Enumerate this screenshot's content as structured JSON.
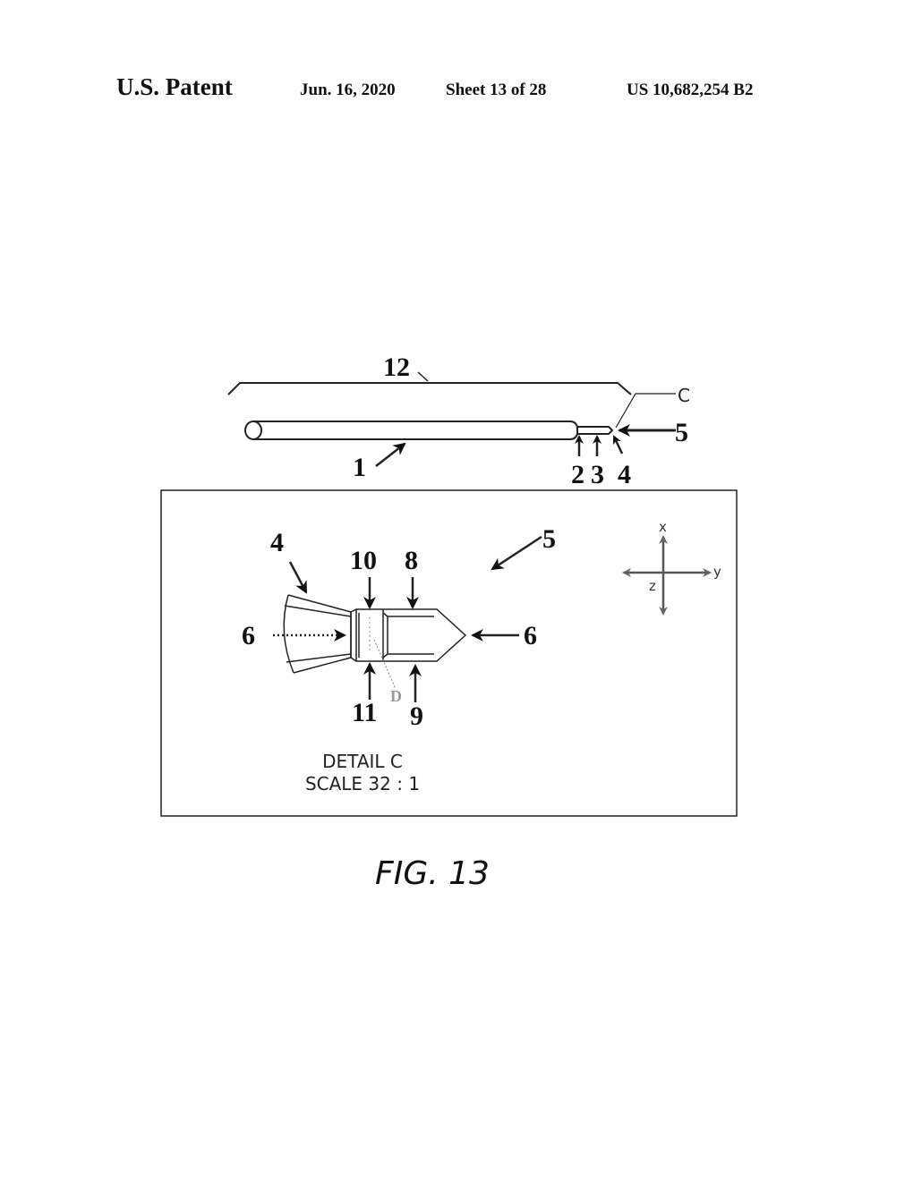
{
  "header": {
    "title": "U.S. Patent",
    "date": "Jun. 16, 2020",
    "sheet": "Sheet 13 of 28",
    "patent_number": "US 10,682,254 B2"
  },
  "figure": {
    "overview_labels": {
      "l12": "12",
      "lC": "C",
      "l5": "5",
      "l1": "1",
      "l2": "2",
      "l3": "3",
      "l4": "4"
    },
    "detail_labels": {
      "l4": "4",
      "l10": "10",
      "l8": "8",
      "l5": "5",
      "l6_left": "6",
      "l6_right": "6",
      "l11": "11",
      "l9": "9",
      "lD": "D"
    },
    "axes": {
      "x": "x",
      "y": "y",
      "z": "z"
    },
    "detail_title": "DETAIL C",
    "detail_scale": "SCALE 32 : 1",
    "caption": "FIG. 13"
  }
}
